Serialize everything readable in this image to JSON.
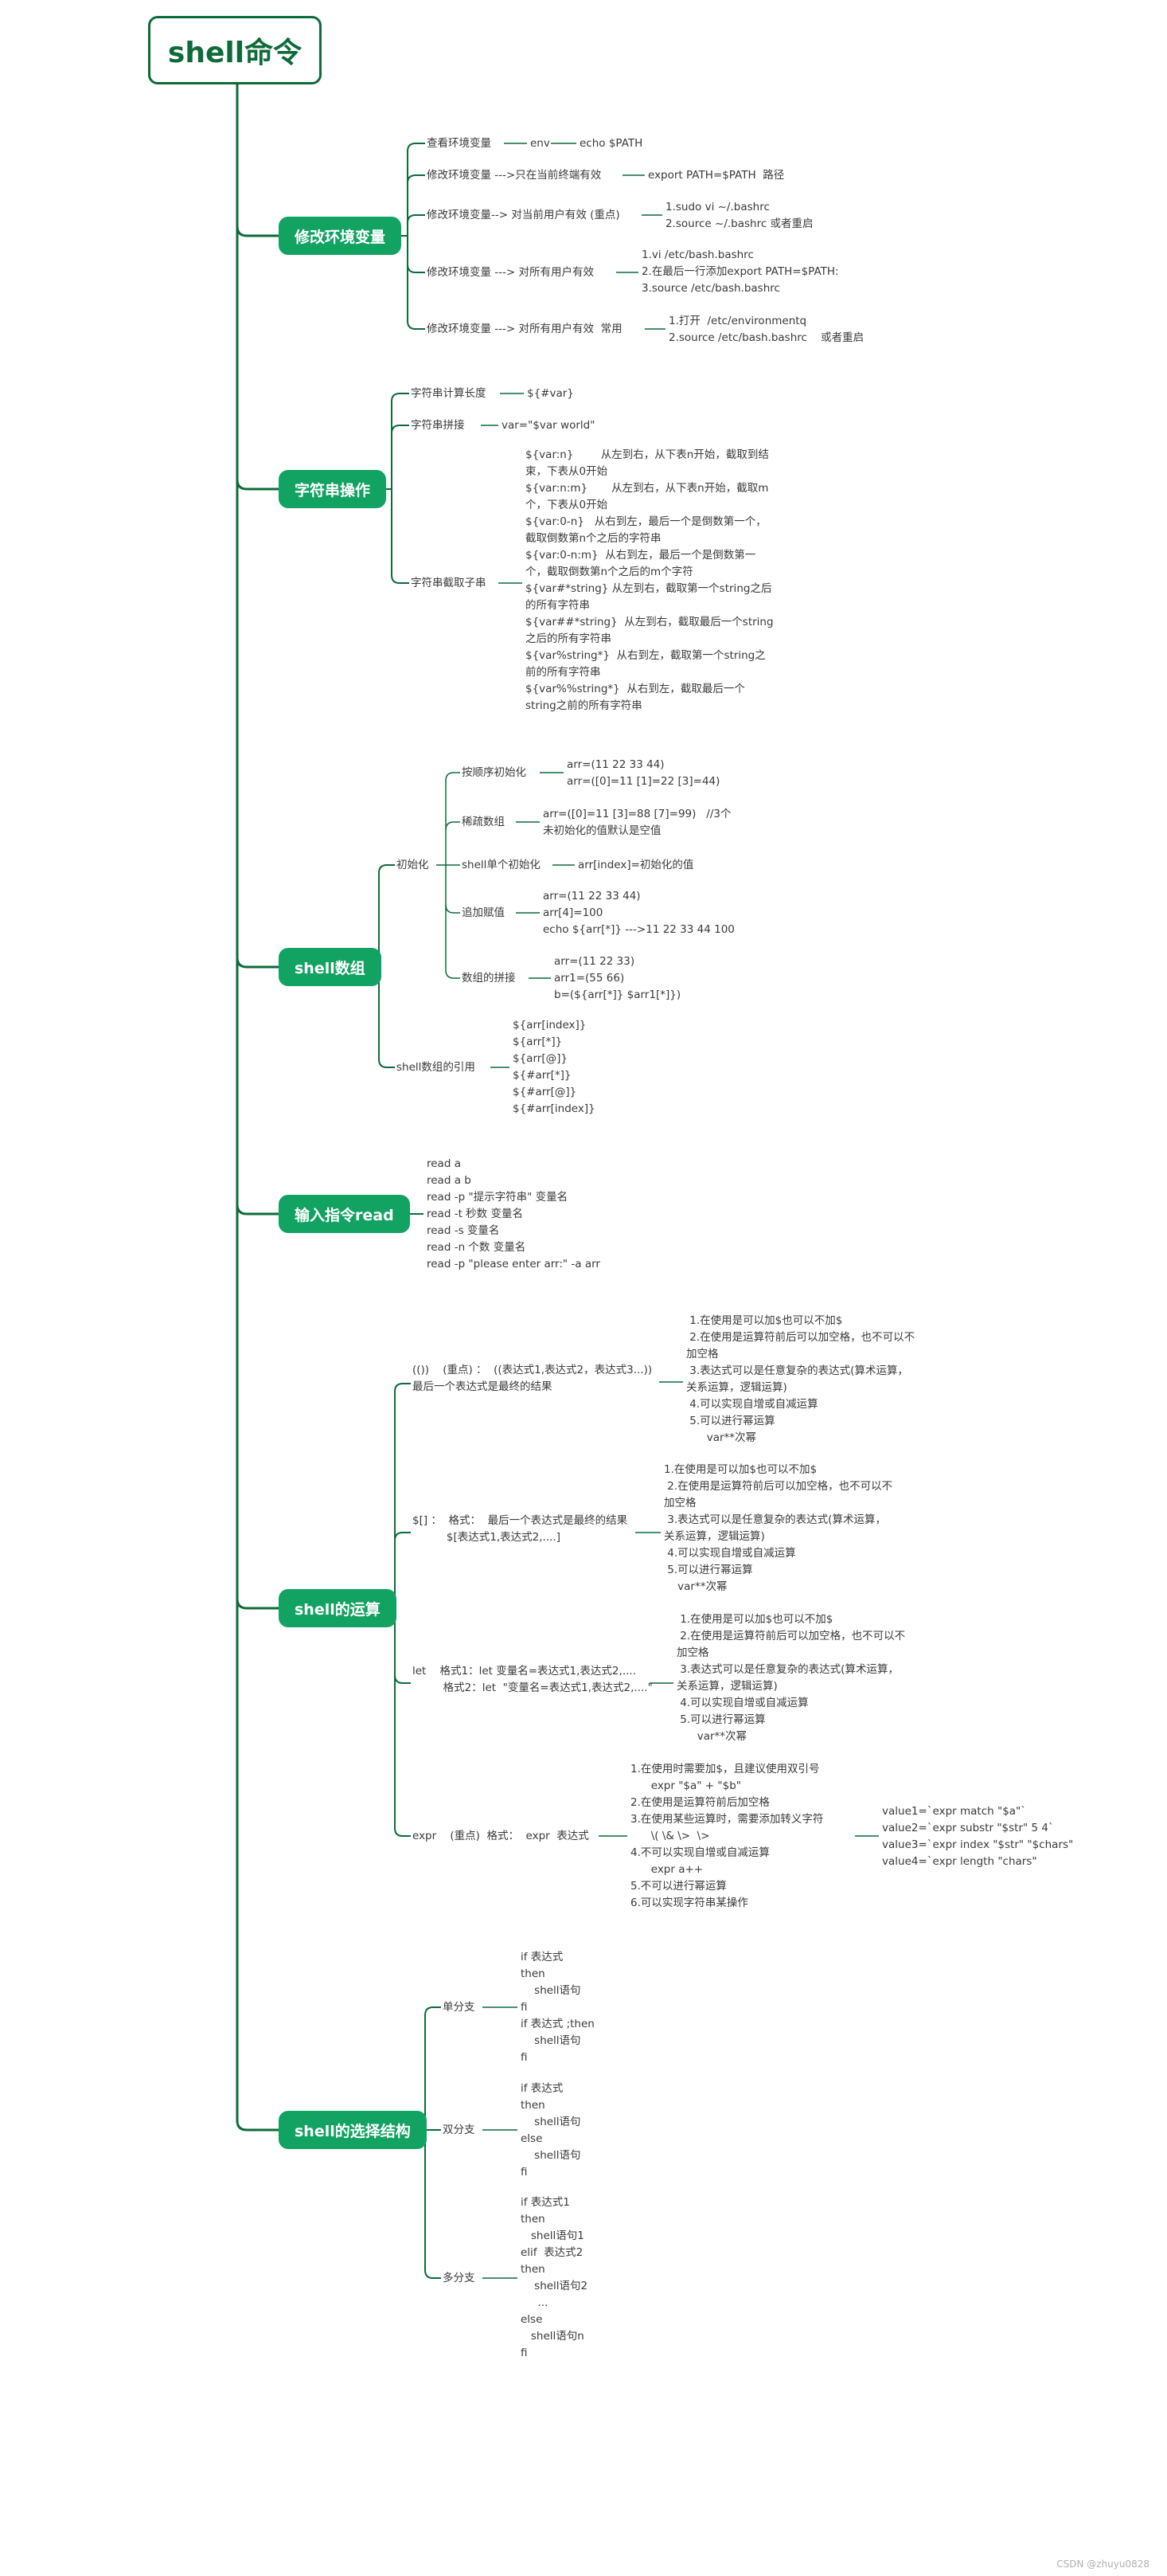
{
  "root": "shell命令",
  "branches": [
    {
      "id": "env",
      "label": "修改环境变量",
      "items": [
        {
          "label": "查看环境变量",
          "children": [
            {
              "label": "env",
              "children": [
                {
                  "label": "echo $PATH"
                }
              ]
            }
          ]
        },
        {
          "label": "修改环境变量 --->只在当前终端有效",
          "children": [
            {
              "label": "export PATH=$PATH  路径"
            }
          ]
        },
        {
          "label": "修改环境变量--> 对当前用户有效 (重点)",
          "children": [
            {
              "label": "1.sudo vi ~/.bashrc\n2.source ~/.bashrc 或者重启"
            }
          ]
        },
        {
          "label": "修改环境变量 ---> 对所有用户有效",
          "children": [
            {
              "label": "1.vi /etc/bash.bashrc\n2.在最后一行添加export PATH=$PATH:\n3.source /etc/bash.bashrc"
            }
          ]
        },
        {
          "label": "修改环境变量 ---> 对所有用户有效  常用",
          "children": [
            {
              "label": "1.打开  /etc/environmentq\n2.source /etc/bash.bashrc    或者重启"
            }
          ]
        }
      ]
    },
    {
      "id": "string",
      "label": "字符串操作",
      "items": [
        {
          "label": "字符串计算长度",
          "children": [
            {
              "label": "${#var}"
            }
          ]
        },
        {
          "label": "字符串拼接",
          "children": [
            {
              "label": "var=\"$var world\""
            }
          ]
        },
        {
          "label": "字符串截取子串",
          "children": [
            {
              "label": "${var:n}        从左到右，从下表n开始，截取到结\n束，下表从0开始\n${var:n:m}       从左到右，从下表n开始，截取m\n个，下表从0开始\n${var:0-n}   从右到左，最后一个是倒数第一个，\n截取倒数第n个之后的字符串\n${var:0-n:m}  从右到左，最后一个是倒数第一\n个，截取倒数第n个之后的m个字符\n${var#*string} 从左到右，截取第一个string之后\n的所有字符串\n${var##*string}  从左到右，截取最后一个string\n之后的所有字符串\n${var%string*}  从右到左，截取第一个string之\n前的所有字符串\n${var%%string*}  从右到左，截取最后一个\nstring之前的所有字符串"
            }
          ]
        }
      ]
    },
    {
      "id": "array",
      "label": "shell数组",
      "items": [
        {
          "label": "初始化",
          "children": [
            {
              "label": "按顺序初始化",
              "children": [
                {
                  "label": "arr=(11 22 33 44)\narr=([0]=11 [1]=22 [3]=44)"
                }
              ]
            },
            {
              "label": "稀疏数组",
              "children": [
                {
                  "label": "arr=([0]=11 [3]=88 [7]=99)   //3个\n未初始化的值默认是空值"
                }
              ]
            },
            {
              "label": "shell单个初始化",
              "children": [
                {
                  "label": "arr[index]=初始化的值"
                }
              ]
            },
            {
              "label": "追加赋值",
              "children": [
                {
                  "label": "arr=(11 22 33 44)\narr[4]=100\necho ${arr[*]} --->11 22 33 44 100"
                }
              ]
            },
            {
              "label": "数组的拼接",
              "children": [
                {
                  "label": "arr=(11 22 33)\narr1=(55 66)\nb=(${arr[*]} $arr1[*]})"
                }
              ]
            }
          ]
        },
        {
          "label": "shell数组的引用",
          "children": [
            {
              "label": "${arr[index]}\n${arr[*]}\n${arr[@]}\n${#arr[*]}\n${#arr[@]}\n${#arr[index]}"
            }
          ]
        }
      ]
    },
    {
      "id": "read",
      "label": "输入指令read",
      "items": [
        {
          "label": "read a\nread a b\nread -p \"提示字符串\" 变量名\nread -t 秒数 变量名\nread -s 变量名\nread -n 个数 变量名\nread -p \"please enter arr:\" -a arr"
        }
      ]
    },
    {
      "id": "calc",
      "label": "shell的运算",
      "items": [
        {
          "label": "(())    (重点) ：  ((表达式1,表达式2，表达式3...))\n最后一个表达式是最终的结果",
          "children": [
            {
              "label": " 1.在使用是可以加$也可以不加$\n 2.在使用是运算符前后可以加空格，也不可以不\n加空格\n 3.表达式可以是任意复杂的表达式(算术运算，\n关系运算，逻辑运算)\n 4.可以实现自增或自减运算\n 5.可以进行幂运算\n      var**次幂"
            }
          ]
        },
        {
          "label": "$[] ：  格式：  最后一个表达式是最终的结果\n          $[表达式1,表达式2,....]",
          "children": [
            {
              "label": "1.在使用是可以加$也可以不加$\n 2.在使用是运算符前后可以加空格，也不可以不\n加空格\n 3.表达式可以是任意复杂的表达式(算术运算，\n关系运算，逻辑运算)\n 4.可以实现自增或自减运算\n 5.可以进行幂运算\n    var**次幂"
            }
          ]
        },
        {
          "label": "let    格式1：let 变量名=表达式1,表达式2,....\n         格式2：let  \"变量名=表达式1,表达式2,....\"",
          "children": [
            {
              "label": " 1.在使用是可以加$也可以不加$\n 2.在使用是运算符前后可以加空格，也不可以不\n加空格\n 3.表达式可以是任意复杂的表达式(算术运算，\n关系运算，逻辑运算)\n 4.可以实现自增或自减运算\n 5.可以进行幂运算\n      var**次幂"
            }
          ]
        },
        {
          "label": "expr    (重点)  格式：  expr  表达式",
          "children": [
            {
              "label": "1.在使用时需要加$，且建议使用双引号\n      expr \"$a\" + \"$b\"\n2.在使用是运算符前后加空格\n3.在使用某些运算时，需要添加转义字符\n      \\( \\& \\>  \\>\n4.不可以实现自增或自减运算\n      expr a++\n5.不可以进行幂运算\n6.可以实现字符串某操作",
              "children": [
                {
                  "label": "value1=`expr match \"$a\"`\nvalue2=`expr substr \"$str\" 5 4`\nvalue3=`expr index \"$str\" \"$chars\"\nvalue4=`expr length \"chars\""
                }
              ]
            }
          ]
        }
      ]
    },
    {
      "id": "select",
      "label": "shell的选择结构",
      "items": [
        {
          "label": "单分支",
          "children": [
            {
              "label": "if 表达式\nthen\n    shell语句\nfi\nif 表达式 ;then\n    shell语句\nfi"
            }
          ]
        },
        {
          "label": "双分支",
          "children": [
            {
              "label": "if 表达式\nthen\n    shell语句\nelse\n    shell语句\nfi"
            }
          ]
        },
        {
          "label": "多分支",
          "children": [
            {
              "label": "if 表达式1\nthen\n   shell语句1\nelif  表达式2\nthen\n    shell语句2\n     ...\nelse\n   shell语句n\nfi"
            }
          ]
        }
      ]
    }
  ],
  "footer": "CSDN @zhuyu0828",
  "colors": {
    "branch_fill": "#12a262",
    "root_border": "#0d6b3a",
    "line": "#0d6b3a",
    "text": "#3a3a3a"
  }
}
